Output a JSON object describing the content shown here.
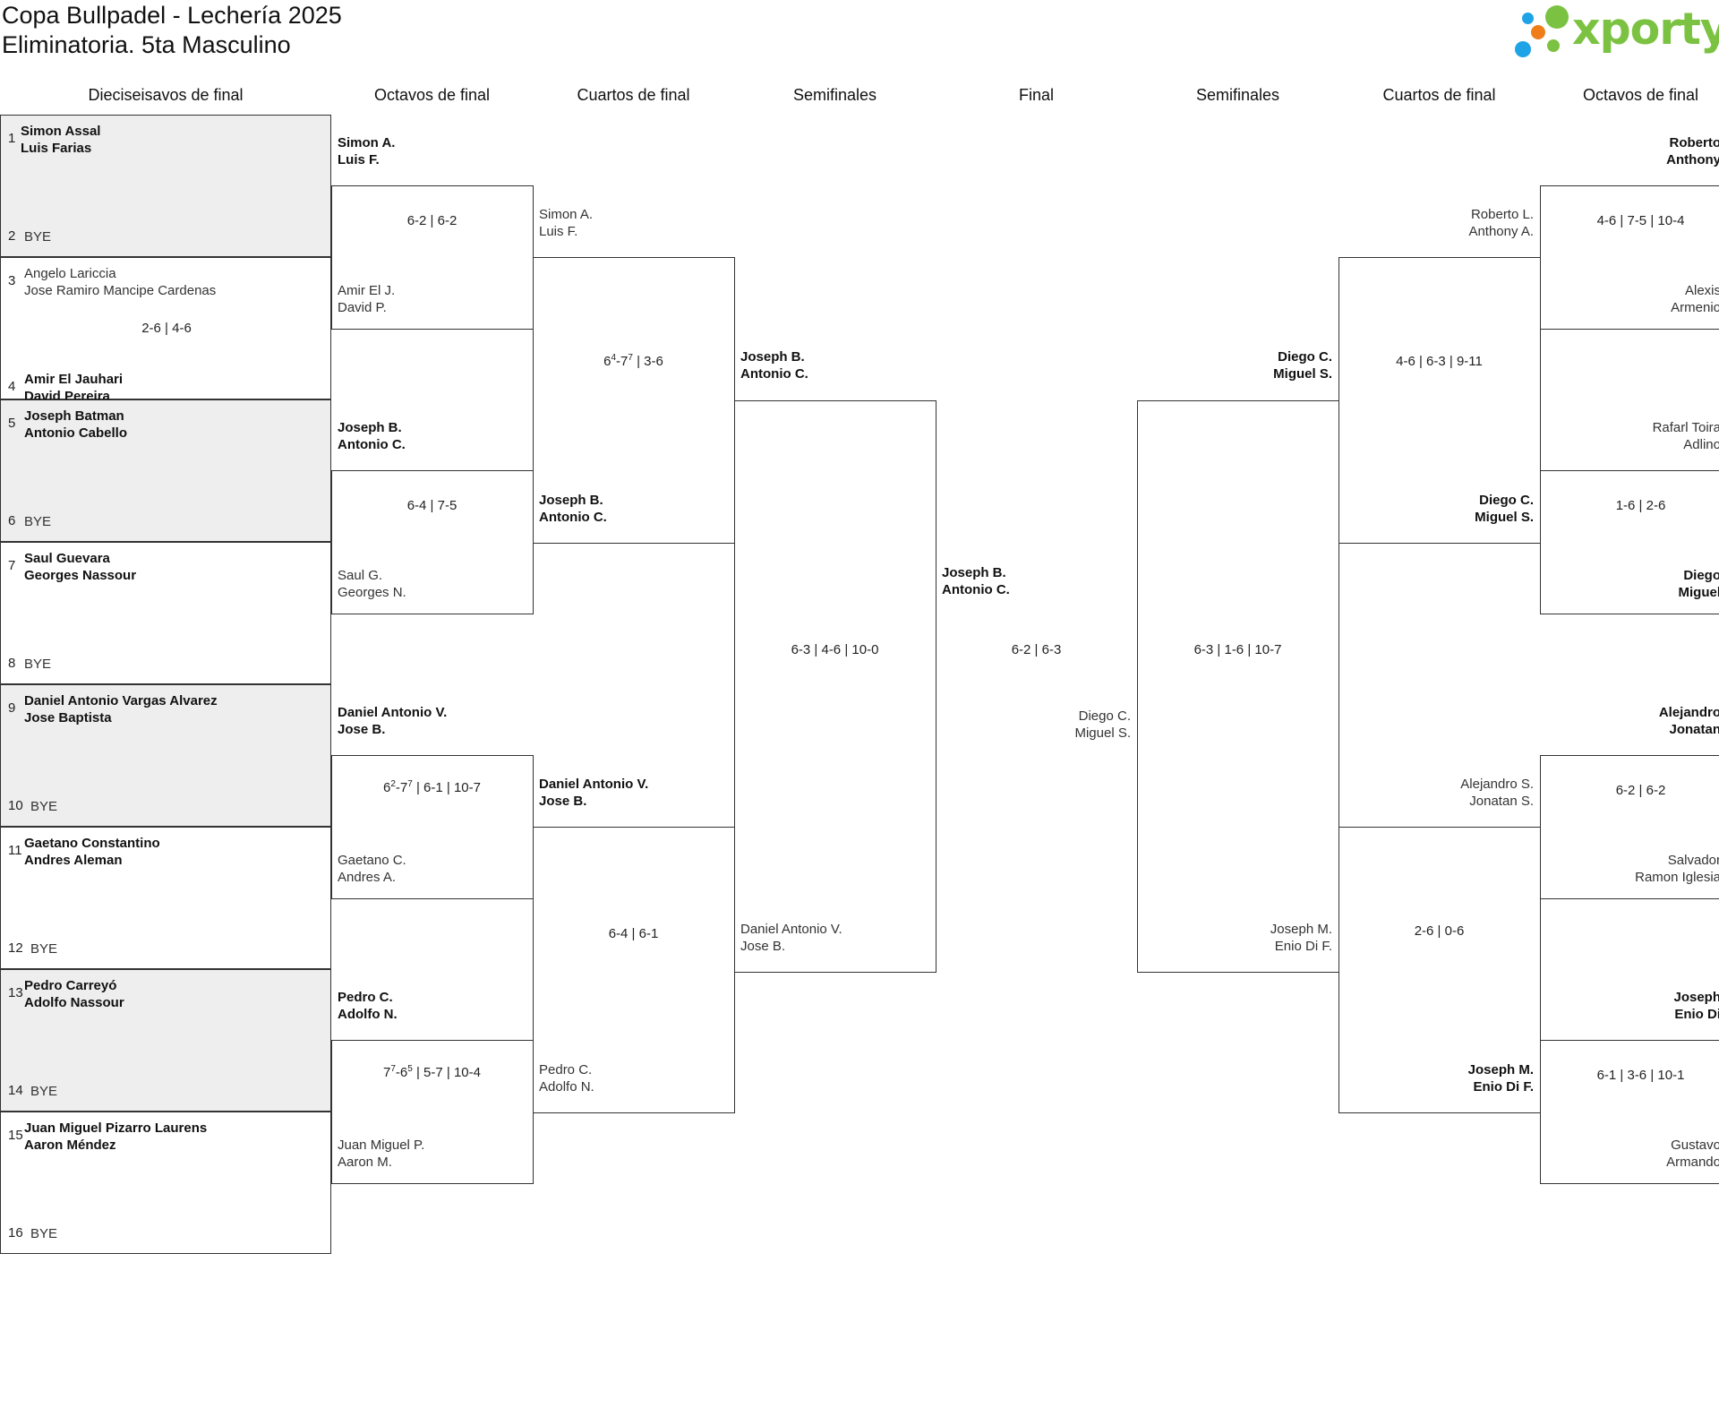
{
  "tournament": {
    "title": "Copa Bullpadel - Lechería 2025",
    "subtitle": "Eliminatoria. 5ta Masculino"
  },
  "logo": {
    "text": "xporty",
    "colors": {
      "green": "#7cc242",
      "orange": "#ef7d1a",
      "blue": "#1ea3e6"
    }
  },
  "columns": [
    "Dieciseisavos de final",
    "Octavos de final",
    "Cuartos de final",
    "Semifinales",
    "Final",
    "Semifinales",
    "Cuartos de final",
    "Octavos de final"
  ],
  "round_of_32": [
    {
      "seed": "1",
      "line1": "Simon Assal",
      "line2": "Luis Farias",
      "bold": true
    },
    {
      "seed": "2",
      "bye": "BYE"
    },
    {
      "seed": "3",
      "line1": "Angelo Lariccia",
      "line2": "Jose Ramiro Mancipe Cardenas",
      "bold": false
    },
    {
      "seed": "4",
      "line1": "Amir El Jauhari",
      "line2": "David Pereira",
      "bold": true
    },
    {
      "seed": "5",
      "line1": "Joseph Batman",
      "line2": "Antonio Cabello",
      "bold": true
    },
    {
      "seed": "6",
      "bye": "BYE"
    },
    {
      "seed": "7",
      "line1": "Saul Guevara",
      "line2": "Georges Nassour",
      "bold": true
    },
    {
      "seed": "8",
      "bye": "BYE"
    },
    {
      "seed": "9",
      "line1": "Daniel Antonio Vargas Alvarez",
      "line2": "Jose Baptista",
      "bold": true
    },
    {
      "seed": "10",
      "bye": "BYE"
    },
    {
      "seed": "11",
      "line1": "Gaetano Constantino",
      "line2": "Andres Aleman",
      "bold": true
    },
    {
      "seed": "12",
      "bye": "BYE"
    },
    {
      "seed": "13",
      "line1": "Pedro Carreyó",
      "line2": "Adolfo Nassour",
      "bold": true
    },
    {
      "seed": "14",
      "bye": "BYE"
    },
    {
      "seed": "15",
      "line1": "Juan Miguel Pizarro Laurens",
      "line2": "Aaron Méndez",
      "bold": true
    },
    {
      "seed": "16",
      "bye": "BYE"
    }
  ],
  "round_of_32_scores": [
    {
      "match": 2,
      "score": "2-6 | 4-6"
    }
  ],
  "left_round_of_16": [
    {
      "top": {
        "line1": "Simon A.",
        "line2": "Luis F.",
        "bold": true
      },
      "bottom": {
        "line1": "Amir El J.",
        "line2": "David P.",
        "bold": false
      },
      "score": "6-2 | 6-2"
    },
    {
      "top": {
        "line1": "Joseph B.",
        "line2": "Antonio C.",
        "bold": true
      },
      "bottom": {
        "line1": "Saul G.",
        "line2": "Georges N.",
        "bold": false
      },
      "score": "6-4 | 7-5"
    },
    {
      "top": {
        "line1": "Daniel Antonio V.",
        "line2": "Jose B.",
        "bold": true
      },
      "bottom": {
        "line1": "Gaetano C.",
        "line2": "Andres A.",
        "bold": false
      },
      "score_html": "6<sup>2</sup>-7<sup>7</sup> | 6-1 | 10-7"
    },
    {
      "top": {
        "line1": "Pedro C.",
        "line2": "Adolfo N.",
        "bold": true
      },
      "bottom": {
        "line1": "Juan Miguel P.",
        "line2": "Aaron M.",
        "bold": false
      },
      "score_html": "7<sup>7</sup>-6<sup>5</sup> | 5-7 | 10-4"
    }
  ],
  "left_quarterfinals": [
    {
      "top": {
        "line1": "Simon A.",
        "line2": "Luis F.",
        "bold": false
      },
      "bottom": {
        "line1": "Joseph B.",
        "line2": "Antonio C.",
        "bold": true
      },
      "score_html": "6<sup>4</sup>-7<sup>7</sup> | 3-6"
    },
    {
      "top": {
        "line1": "Daniel Antonio V.",
        "line2": "Jose B.",
        "bold": true
      },
      "bottom": {
        "line1": "Pedro C.",
        "line2": "Adolfo N.",
        "bold": false
      },
      "score": "6-4 | 6-1"
    }
  ],
  "left_semifinal": {
    "top": {
      "line1": "Joseph B.",
      "line2": "Antonio C.",
      "bold": true
    },
    "bottom": {
      "line1": "Daniel Antonio V.",
      "line2": "Jose B.",
      "bold": false
    },
    "score": "6-3 | 4-6 | 10-0"
  },
  "final": {
    "top": {
      "line1": "Joseph B.",
      "line2": "Antonio C.",
      "bold": true
    },
    "bottom": {
      "line1": "Diego C.",
      "line2": "Miguel S.",
      "bold": false
    },
    "score": "6-2 | 6-3"
  },
  "right_semifinal": {
    "top": {
      "line1": "Diego C.",
      "line2": "Miguel S.",
      "bold": true
    },
    "bottom": {
      "line1": "Joseph M.",
      "line2": "Enio Di F.",
      "bold": false
    },
    "score": "6-3 | 1-6 | 10-7"
  },
  "right_quarterfinals": [
    {
      "top": {
        "line1": "Roberto L.",
        "line2": "Anthony A.",
        "bold": false
      },
      "bottom": {
        "line1": "Diego C.",
        "line2": "Miguel S.",
        "bold": true
      },
      "score": "4-6 | 6-3 | 9-11"
    },
    {
      "top": {
        "line1": "Alejandro S.",
        "line2": "Jonatan S.",
        "bold": false
      },
      "bottom": {
        "line1": "Joseph M.",
        "line2": "Enio Di F.",
        "bold": true
      },
      "score": "2-6 | 0-6"
    }
  ],
  "right_round_of_16": [
    {
      "top": {
        "line1": "Roberto",
        "line2": "Anthony",
        "bold": true
      },
      "bottom": {
        "line1": "Alexis",
        "line2": "Armenio",
        "bold": false
      },
      "score": "4-6 | 7-5 | 10-4"
    },
    {
      "top": {
        "line1": "Rafarl Toira",
        "line2": "Adlino",
        "bold": false
      },
      "bottom": {
        "line1": "Diego",
        "line2": "Miguel",
        "bold": true
      },
      "score": "1-6 | 2-6"
    },
    {
      "top": {
        "line1": "Alejandro",
        "line2": "Jonatan",
        "bold": true
      },
      "bottom": {
        "line1": "Salvador",
        "line2": "Ramon Iglesia",
        "bold": false
      },
      "score": "6-2 | 6-2"
    },
    {
      "top": {
        "line1": "Joseph",
        "line2": "Enio Di",
        "bold": true
      },
      "bottom": {
        "line1": "Gustavo",
        "line2": "Armando",
        "bold": false
      },
      "score": "6-1 | 3-6 | 10-1"
    }
  ]
}
